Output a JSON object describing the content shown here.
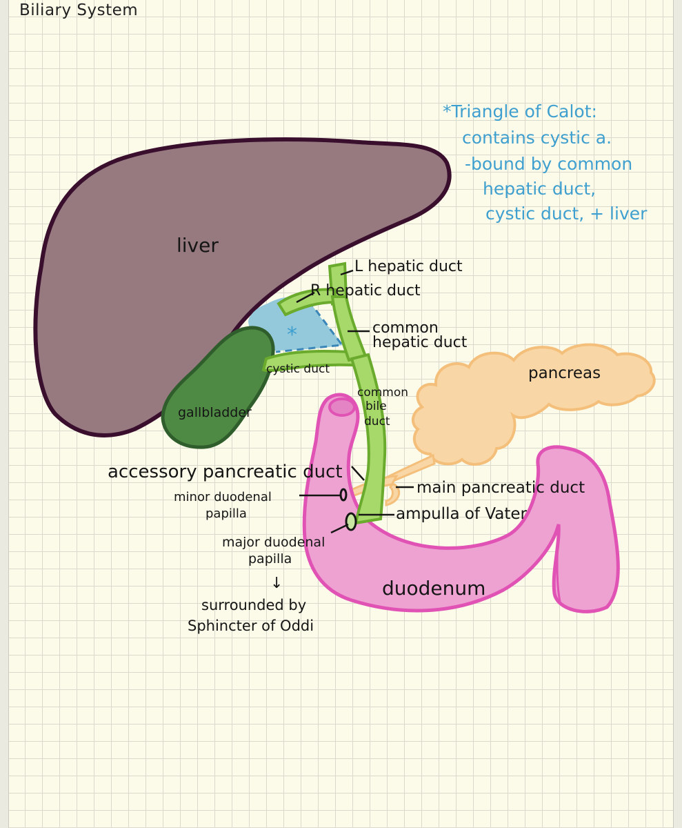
{
  "title": "Biliary System",
  "note": {
    "line1": "*Triangle of Calot:",
    "line2": "contains cystic a.",
    "line3": "-bound by common",
    "line4": "hepatic duct,",
    "line5": "cystic duct, + liver"
  },
  "labels": {
    "liver": "liver",
    "l_hepatic_duct": "L hepatic duct",
    "r_hepatic_duct": "R hepatic duct",
    "common_hepatic_duct_1": "common",
    "common_hepatic_duct_2": "hepatic duct",
    "pancreas": "pancreas",
    "cystic_duct": "cystic duct",
    "gallbladder": "gallbladder",
    "common_bile_duct_1": "common",
    "common_bile_duct_2": "bile",
    "common_bile_duct_3": "duct",
    "accessory_pancreatic_duct": "accessory pancreatic duct",
    "minor_papilla_1": "minor duodenal",
    "minor_papilla_2": "papilla",
    "main_pancreatic_duct": "main pancreatic duct",
    "ampulla": "ampulla of Vater",
    "major_papilla_1": "major duodenal",
    "major_papilla_2": "papilla",
    "arrow": "↓",
    "sphincter_1": "surrounded by",
    "sphincter_2": "Sphincter of Oddi",
    "duodenum": "duodenum",
    "triangle_mark": "*"
  },
  "colors": {
    "liver": "#967a80",
    "liver_outline": "#3a0f2e",
    "gallbladder": "#4f8a44",
    "gallbladder_outline": "#2f5e2c",
    "duct": "#a6d86a",
    "duct_outline": "#6aaa2c",
    "triangle": "#93c9da",
    "triangle_dash": "#3a86b8",
    "pancreas": "#f9d6a5",
    "pancreas_outline": "#f4bf7a",
    "duodenum": "#eea2d2",
    "duodenum_outline": "#e052b4",
    "note": "#3f9fcf"
  }
}
